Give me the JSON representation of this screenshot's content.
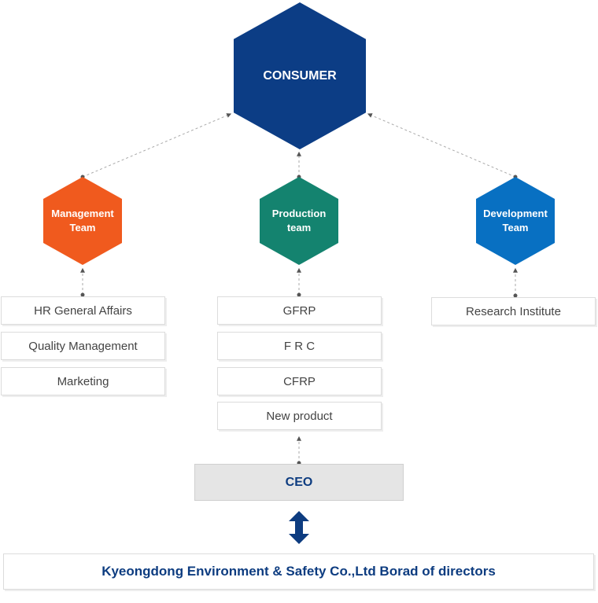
{
  "consumer": {
    "label": "CONSUMER",
    "color": "#0c3d85"
  },
  "teams": [
    {
      "label": "Management\nTeam",
      "color": "#f05a1e",
      "items": [
        "HR General Affairs",
        "Quality Management",
        "Marketing"
      ]
    },
    {
      "label": "Production\nteam",
      "color": "#14836f",
      "items": [
        "GFRP",
        "F R C",
        "CFRP",
        "New product"
      ]
    },
    {
      "label": "Development\nTeam",
      "color": "#0870c2",
      "items": [
        "Research Institute"
      ]
    }
  ],
  "ceo": {
    "label": "CEO"
  },
  "board": {
    "label": "Kyeongdong Environment & Safety Co.,Ltd Borad of directors"
  },
  "colors": {
    "text_dark": "#444444",
    "navy": "#0d3c80",
    "connector": "#999999"
  }
}
